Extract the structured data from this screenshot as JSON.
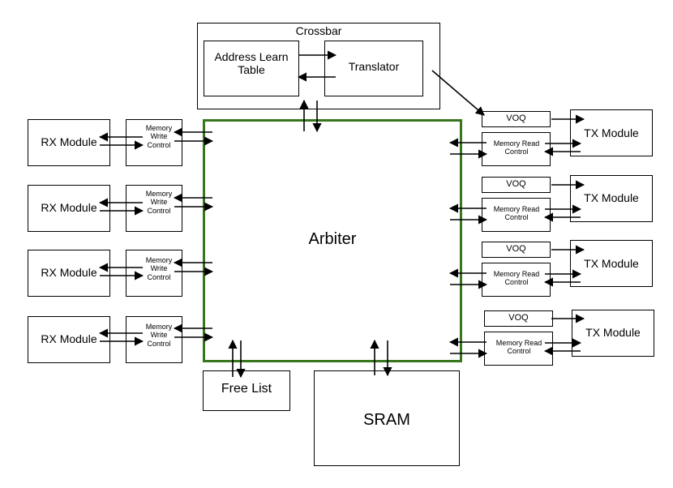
{
  "crossbar": {
    "title": "Crossbar",
    "alt_label": "Address Learn Table",
    "translator_label": "Translator"
  },
  "arbiter": {
    "label": "Arbiter",
    "border_color": "#38761d"
  },
  "rx_modules": [
    {
      "label": "RX Module",
      "mwc_label": "Memory Write Control"
    },
    {
      "label": "RX Module",
      "mwc_label": "Memory Write Control"
    },
    {
      "label": "RX Module",
      "mwc_label": "Memory Write Control"
    },
    {
      "label": "RX Module",
      "mwc_label": "Memory Write Control"
    }
  ],
  "tx_modules": [
    {
      "label": "TX Module",
      "voq_label": "VOQ",
      "mrc_label": "Memory Read Control"
    },
    {
      "label": "TX Module",
      "voq_label": "VOQ",
      "mrc_label": "Memory Read Control"
    },
    {
      "label": "TX Module",
      "voq_label": "VOQ",
      "mrc_label": "Memory Read Control"
    },
    {
      "label": "TX Module",
      "voq_label": "VOQ",
      "mrc_label": "Memory Read Control"
    }
  ],
  "free_list": {
    "label": "Free List"
  },
  "sram": {
    "label": "SRAM"
  }
}
